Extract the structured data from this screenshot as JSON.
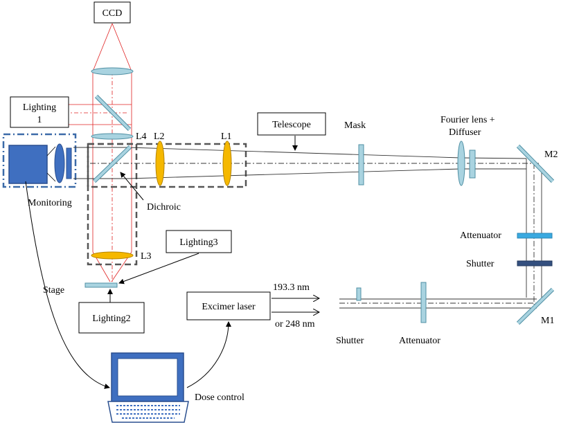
{
  "labels": {
    "ccd": "CCD",
    "lighting1_line1": "Lighting",
    "lighting1_line2": "1",
    "lighting2": "Lighting2",
    "lighting3": "Lighting3",
    "monitoring": "Monitoring",
    "stage": "Stage",
    "dichroic": "Dichroic",
    "l1": "L1",
    "l2": "L2",
    "l3": "L3",
    "l4": "L4",
    "telescope": "Telescope",
    "mask": "Mask",
    "fourier_line1": "Fourier lens +",
    "fourier_line2": "Diffuser",
    "m1": "M1",
    "m2": "M2",
    "attenuator_vertical": "Attenuator",
    "shutter_vertical": "Shutter",
    "attenuator_bottom": "Attenuator",
    "shutter_bottom": "Shutter",
    "excimer_laser": "Excimer laser",
    "wavelength_1": "193.3 nm",
    "wavelength_2": "or 248 nm",
    "dose_control": "Dose control"
  },
  "colors": {
    "optic_fill": "#a9d3e0",
    "optic_stroke": "#4f8fa3",
    "lens_yellow": "#f5b800",
    "lens_yellow_stroke": "#b58400",
    "monitor_blue": "#3f6fc0",
    "monitor_dark": "#2a4f8f",
    "dashed_box": "#555555",
    "laser_red": "#e02020",
    "attenuator_light": "#3aa9e0",
    "shutter_dark": "#34507f",
    "beam_line": "#333333"
  }
}
